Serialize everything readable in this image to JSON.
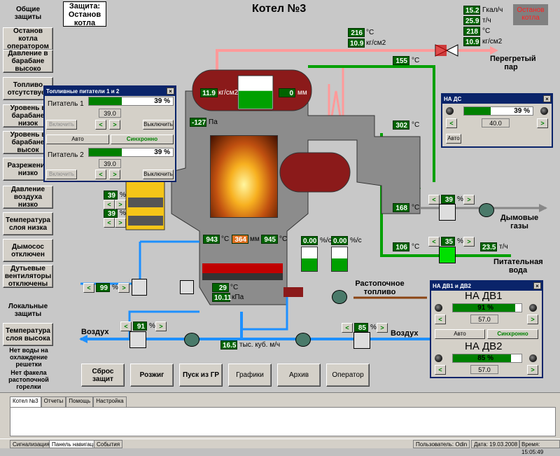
{
  "title": "Котел №3",
  "protection_box": "Защита:\nОстанов котла",
  "alarm_box": "Останов котла",
  "sidebar": {
    "general_header": "Общие защиты",
    "general_items": [
      "Останов котла оператором",
      "Давление в барабане высоко",
      "Топливо отсутствует",
      "Уровень в барабане низок",
      "Уровень в барабане высок",
      "Разрежение низко",
      "Давление воздуха низко",
      "Температура слоя низка",
      "Дымосос отключен",
      "Дутьевые вентиляторы отключены"
    ],
    "local_header": "Локальные защиты",
    "local_items": [
      "Температура слоя высока"
    ],
    "text_items": [
      "Нет воды на охлаждение решетки",
      "Нет факела растопочной горелки"
    ]
  },
  "top_right": [
    {
      "value": "15.2",
      "unit": "Гкал/ч"
    },
    {
      "value": "25.9",
      "unit": "т/ч"
    },
    {
      "value": "218",
      "unit": "°С"
    },
    {
      "value": "10.9",
      "unit": "кг/см2"
    }
  ],
  "steam": {
    "temp": "216",
    "temp_unit": "°С",
    "pressure": "10.9",
    "pressure_unit": "кг/см2",
    "label": "Перегретый пар"
  },
  "drum": {
    "pressure": "11.9",
    "pressure_unit": "кг/см2",
    "level": "0",
    "level_unit": "мм",
    "level_fill": 0.55
  },
  "readings": {
    "t155": "155",
    "t155_unit": "°С",
    "t302": "302",
    "t302_unit": "°С",
    "t168": "168",
    "t168_unit": "°С",
    "t106": "106",
    "t106_unit": "°С",
    "pa": "-127",
    "pa_unit": "Па",
    "bed_t1": "943",
    "bed_t1_unit": "°С",
    "bed_mm": "364",
    "bed_mm_unit": "мм",
    "bed_t2": "945",
    "bed_t2_unit": "°С",
    "grate_t": "29",
    "grate_t_unit": "°С",
    "grate_p": "10.11",
    "grate_p_unit": "кПа",
    "flow": "23.5",
    "flow_unit": "т/ч",
    "air_flow": "16.5",
    "air_flow_unit": "тыс. куб. м/ч",
    "pct1": "0.00",
    "pct1_unit": "%/с",
    "pct2": "0.00",
    "pct2_unit": "%/с"
  },
  "valves": {
    "feeder1": "39",
    "feeder2": "39",
    "smoke": "39",
    "feed": "35",
    "air_left": "99",
    "air_mid": "91",
    "air_right": "85",
    "pct": "%"
  },
  "labels": {
    "smoke_gas": "Дымовые газы",
    "feed_water": "Питательная вода",
    "ignition_fuel": "Растопочное топливо",
    "air_left": "Воздух",
    "air_right": "Воздух"
  },
  "feeders_panel": {
    "title": "Топливные питатели 1 и 2",
    "feeder1_label": "Питатель 1",
    "feeder1_pct": "39 %",
    "feeder1_fill": 0.39,
    "feeder1_value": "39.0",
    "feeder2_label": "Питатель 2",
    "feeder2_pct": "39 %",
    "feeder2_fill": 0.39,
    "feeder2_value": "39.0",
    "on": "Включить",
    "off": "Выключить",
    "auto": "Авто",
    "sync": "Синхронно",
    "left": "<",
    "right": ">"
  },
  "ds_panel": {
    "title": "НА ДС",
    "pct": "39 %",
    "fill": 0.39,
    "value": "40.0",
    "auto": "Авто",
    "left": "<",
    "right": ">"
  },
  "dv_panel": {
    "title": "НА ДВ1 и ДВ2",
    "dv1_label": "НА ДВ1",
    "dv1_pct": "91 %",
    "dv1_fill": 0.91,
    "dv1_value": "57.0",
    "dv2_label": "НА ДВ2",
    "dv2_pct": "85 %",
    "dv2_fill": 0.85,
    "dv2_value": "57.0",
    "auto": "Авто",
    "sync": "Синхронно",
    "left": "<",
    "right": ">"
  },
  "bottom_buttons": [
    "Сброс защит",
    "Розжиг",
    "Пуск из ГР",
    "Графики",
    "Архив",
    "Оператор"
  ],
  "tabs": [
    "Котел №3",
    "Отчеты",
    "Помощь",
    "Настройка"
  ],
  "status": {
    "tabs": [
      "Сигнализация",
      "Панель навигации",
      "События"
    ],
    "user": "Пользователь: Odin",
    "date": "Дата: 19.03.2008",
    "time": "Время: 15:05:49"
  },
  "colors": {
    "steam": "#ff8c8c",
    "water": "#008000",
    "air": "#1e90ff",
    "fuel": "#8b4513",
    "drum": "#8b1a1a",
    "furnace": "#8c8c8c"
  }
}
